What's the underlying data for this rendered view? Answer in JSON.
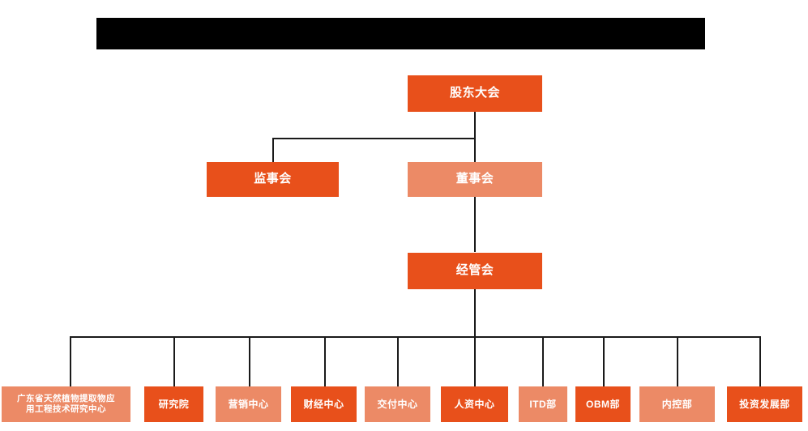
{
  "chart_data": {
    "type": "diagram",
    "diagram_kind": "organization-chart",
    "title_bar": {
      "text": "",
      "state": "redacted",
      "color": "#000000"
    },
    "palette": {
      "background": "#FFFFFF",
      "node_dark": "#E8501B",
      "node_light": "#EC8A66",
      "node_text": "#FFFFFF",
      "connector": "#1A1A1A"
    },
    "levels": [
      {
        "level": 1,
        "nodes": [
          {
            "id": "shareholders",
            "label": "股东大会",
            "style": "dark"
          }
        ]
      },
      {
        "level": 2,
        "nodes": [
          {
            "id": "supervisors",
            "label": "监事会",
            "style": "dark"
          },
          {
            "id": "directors",
            "label": "董事会",
            "style": "light"
          }
        ]
      },
      {
        "level": 3,
        "nodes": [
          {
            "id": "management",
            "label": "经管会",
            "style": "dark"
          }
        ]
      },
      {
        "level": 4,
        "nodes": [
          {
            "id": "research-center",
            "label": "广东省天然植物提取物应\n用工程技术研究中心",
            "style": "light"
          },
          {
            "id": "institute",
            "label": "研究院",
            "style": "dark"
          },
          {
            "id": "marketing-center",
            "label": "营销中心",
            "style": "light"
          },
          {
            "id": "finance-center",
            "label": "财经中心",
            "style": "dark"
          },
          {
            "id": "delivery-center",
            "label": "交付中心",
            "style": "light"
          },
          {
            "id": "hr-center",
            "label": "人资中心",
            "style": "dark"
          },
          {
            "id": "itd-dept",
            "label": "ITD部",
            "style": "light"
          },
          {
            "id": "obm-dept",
            "label": "OBM部",
            "style": "dark"
          },
          {
            "id": "internal-control-dept",
            "label": "内控部",
            "style": "light"
          },
          {
            "id": "investment-development-dept",
            "label": "投资发展部",
            "style": "dark"
          }
        ]
      }
    ],
    "edges": [
      {
        "from": "shareholders",
        "to": "supervisors"
      },
      {
        "from": "shareholders",
        "to": "directors"
      },
      {
        "from": "directors",
        "to": "management"
      },
      {
        "from": "management",
        "to": "research-center"
      },
      {
        "from": "management",
        "to": "institute"
      },
      {
        "from": "management",
        "to": "marketing-center"
      },
      {
        "from": "management",
        "to": "finance-center"
      },
      {
        "from": "management",
        "to": "delivery-center"
      },
      {
        "from": "management",
        "to": "hr-center"
      },
      {
        "from": "management",
        "to": "itd-dept"
      },
      {
        "from": "management",
        "to": "obm-dept"
      },
      {
        "from": "management",
        "to": "internal-control-dept"
      },
      {
        "from": "management",
        "to": "investment-development-dept"
      }
    ]
  }
}
